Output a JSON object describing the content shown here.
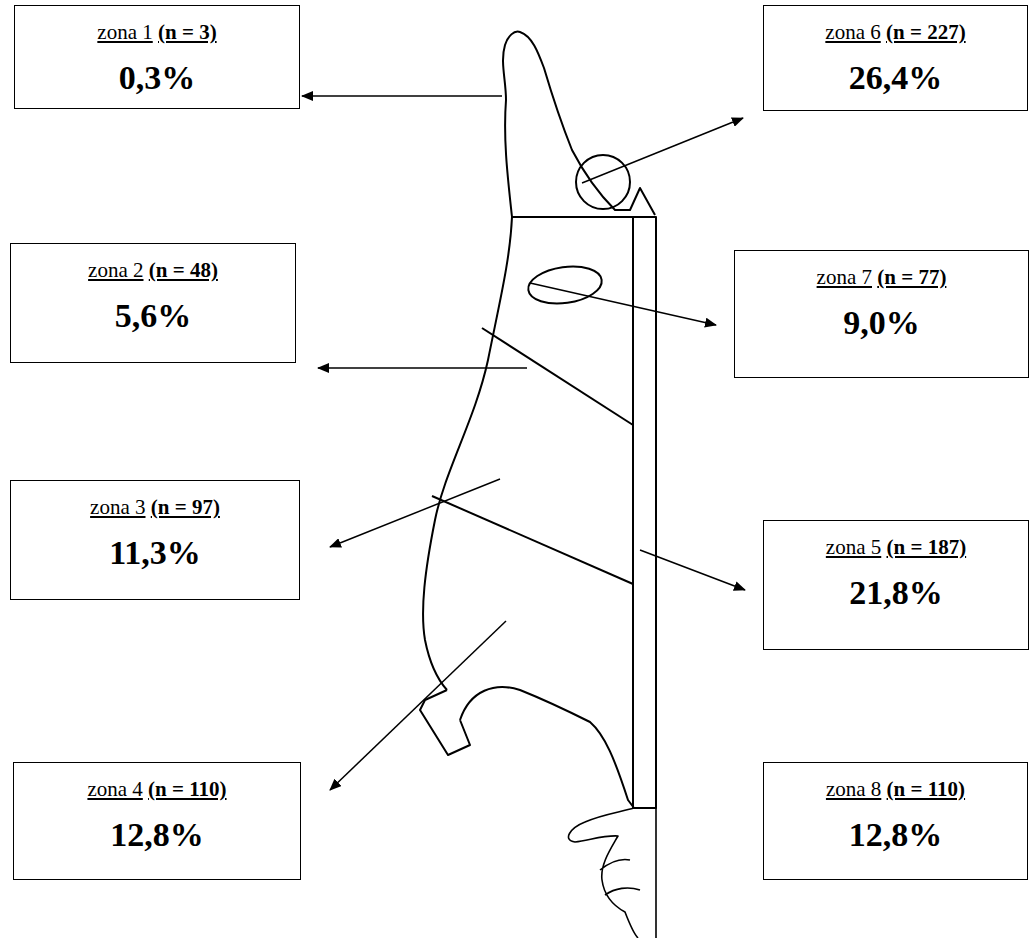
{
  "diagram": {
    "nodes": [
      {
        "text": [
          "zona 1",
          "(n = 3)",
          "0,3%"
        ]
      },
      {
        "text": [
          "zona 6",
          "(n = 227)",
          "26,4%"
        ]
      },
      {
        "text": [
          "zona 2",
          "(n = 48)",
          "5,6%"
        ]
      },
      {
        "text": [
          "zona 7",
          "(n = 77)",
          "9,0%"
        ]
      },
      {
        "text": [
          "zona 3",
          "(n = 97)",
          "11,3%"
        ]
      },
      {
        "text": [
          "zona 5",
          "(n = 187)",
          "21,8%"
        ]
      },
      {
        "text": [
          "zona 4",
          "(n = 110)",
          "12,8%"
        ]
      },
      {
        "text": [
          "zona 8",
          "(n = 110)",
          "12,8%"
        ]
      }
    ]
  }
}
